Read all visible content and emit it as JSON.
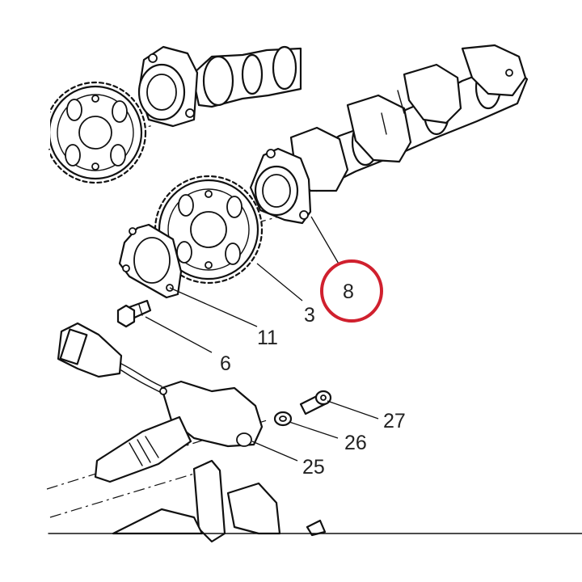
{
  "callouts": [
    {
      "id": "8",
      "label": "8",
      "highlighted": true
    },
    {
      "id": "3",
      "label": "3"
    },
    {
      "id": "11",
      "label": "11"
    },
    {
      "id": "6",
      "label": "6"
    },
    {
      "id": "27",
      "label": "27"
    },
    {
      "id": "26",
      "label": "26"
    },
    {
      "id": "25",
      "label": "25"
    }
  ],
  "colors": {
    "highlight": "#d0202e",
    "line": "#111111"
  },
  "parts": [
    "camshaft-upper",
    "camshaft-lower",
    "timing-gear-upper",
    "timing-gear-lower",
    "bearing-cap-8",
    "gasket-11",
    "bolt-6",
    "sensor-connector",
    "sensor-25",
    "bolt-27",
    "washer-26"
  ]
}
